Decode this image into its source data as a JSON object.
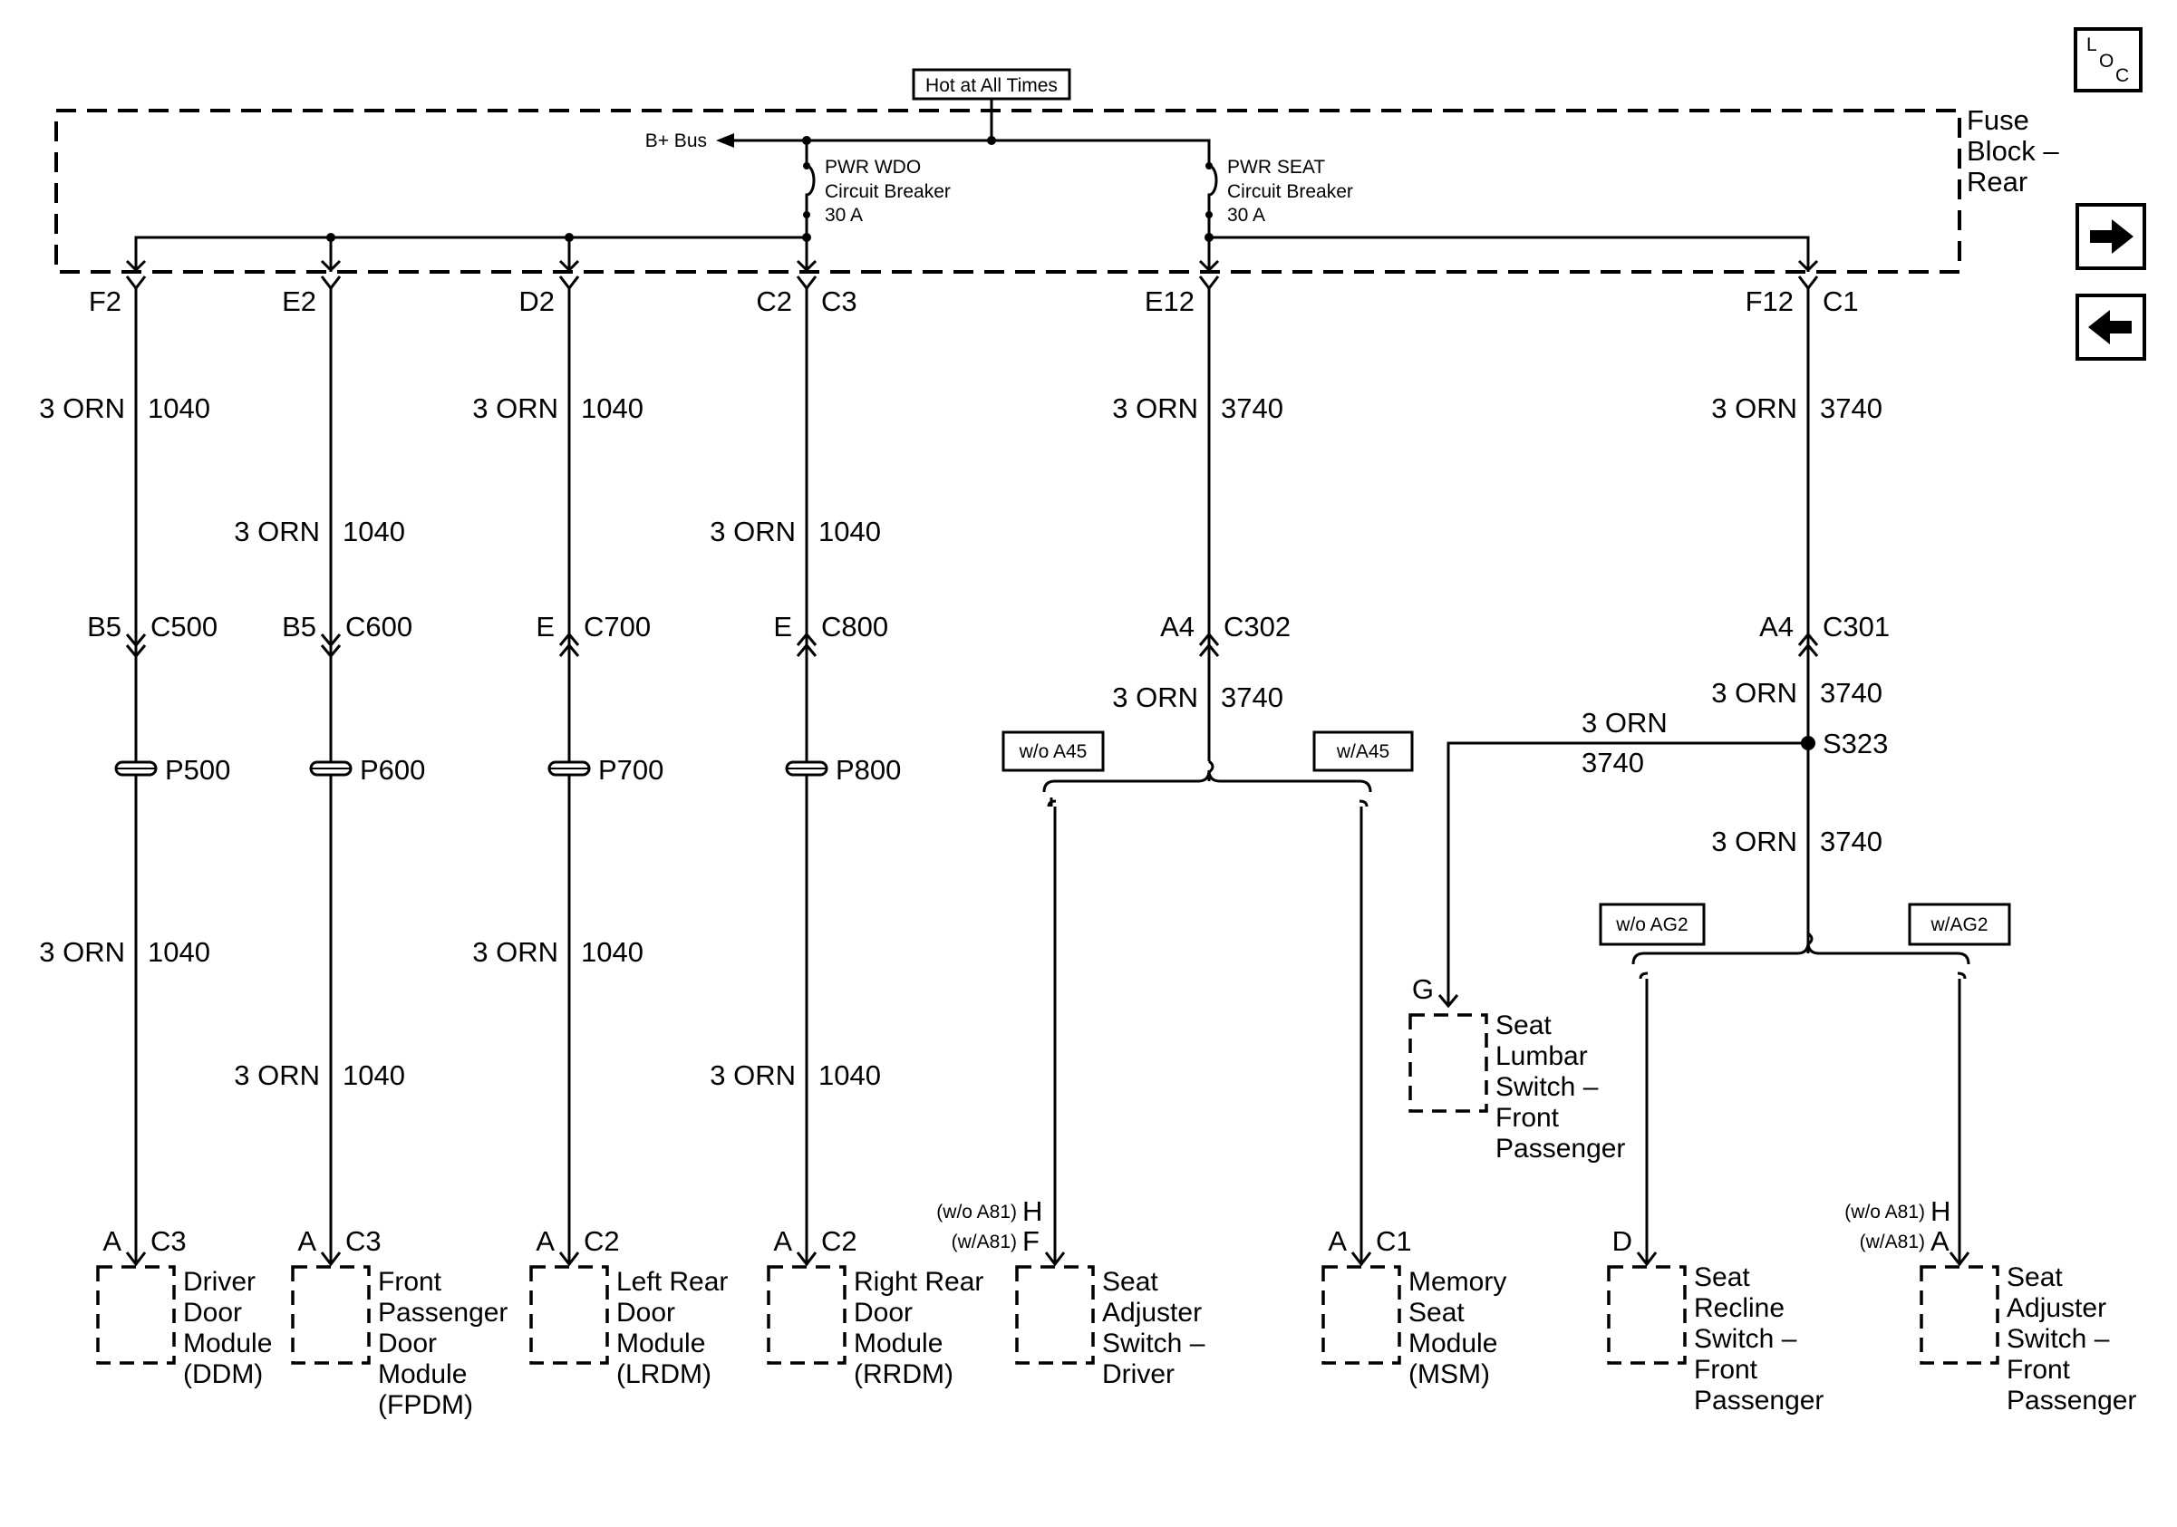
{
  "header": {
    "hot": "Hot at All Times",
    "bbus": "B+ Bus",
    "fuse_block": [
      "Fuse",
      "Block –",
      "Rear"
    ]
  },
  "nav": {
    "loc_l": "L",
    "loc_o": "O",
    "loc_c": "C"
  },
  "breakers": {
    "wdo": [
      "PWR WDO",
      "Circuit Breaker",
      "30 A"
    ],
    "seat": [
      "PWR SEAT",
      "Circuit Breaker",
      "30 A"
    ]
  },
  "fuse_pins": {
    "f2": "F2",
    "e2": "E2",
    "d2": "D2",
    "c2": "C2",
    "c3": "C3",
    "e12": "E12",
    "f12": "F12",
    "c1": "C1"
  },
  "wire": {
    "orn": "3 ORN",
    "c1040": "1040",
    "c3740": "3740"
  },
  "connectors": {
    "c500_pin": "B5",
    "c500": "C500",
    "c600_pin": "B5",
    "c600": "C600",
    "c700_pin": "E",
    "c700": "C700",
    "c800_pin": "E",
    "c800": "C800",
    "c302_pin": "A4",
    "c302": "C302",
    "c301_pin": "A4",
    "c301": "C301",
    "s323": "S323"
  },
  "posts": {
    "p500": "P500",
    "p600": "P600",
    "p700": "P700",
    "p800": "P800"
  },
  "options": {
    "wo_a45": "w/o A45",
    "w_a45": "w/A45",
    "wo_ag2": "w/o AG2",
    "w_ag2": "w/AG2"
  },
  "components": {
    "ddm": {
      "pin": "A",
      "conn": "C3",
      "lines": [
        "Driver",
        "Door",
        "Module",
        "(DDM)"
      ]
    },
    "fpdm": {
      "pin": "A",
      "conn": "C3",
      "lines": [
        "Front",
        "Passenger",
        "Door",
        "Module",
        "(FPDM)"
      ]
    },
    "lrdm": {
      "pin": "A",
      "conn": "C2",
      "lines": [
        "Left Rear",
        "Door",
        "Module",
        "(LRDM)"
      ]
    },
    "rrdm": {
      "pin": "A",
      "conn": "C2",
      "lines": [
        "Right Rear",
        "Door",
        "Module",
        "(RRDM)"
      ]
    },
    "sasd": {
      "opt1": "(w/o A81)",
      "pin1": "H",
      "opt2": "(w/A81)",
      "pin2": "F",
      "lines": [
        "Seat",
        "Adjuster",
        "Switch –",
        "Driver"
      ]
    },
    "msm": {
      "pin": "A",
      "conn": "C1",
      "lines": [
        "Memory",
        "Seat",
        "Module",
        "(MSM)"
      ]
    },
    "lumbar": {
      "pin": "G",
      "lines": [
        "Seat",
        "Lumbar",
        "Switch –",
        "Front",
        "Passenger"
      ]
    },
    "recline": {
      "pin": "D",
      "lines": [
        "Seat",
        "Recline",
        "Switch –",
        "Front",
        "Passenger"
      ]
    },
    "sasp": {
      "opt1": "(w/o A81)",
      "pin1": "H",
      "opt2": "(w/A81)",
      "pin2": "A",
      "lines": [
        "Seat",
        "Adjuster",
        "Switch –",
        "Front",
        "Passenger"
      ]
    }
  }
}
